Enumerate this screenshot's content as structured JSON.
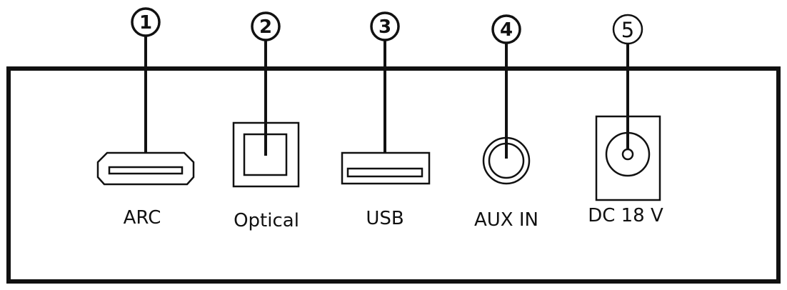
{
  "callouts": [
    {
      "number": "1",
      "label": "ARC"
    },
    {
      "number": "2",
      "label": "Optical"
    },
    {
      "number": "3",
      "label": "USB"
    },
    {
      "number": "4",
      "label": "AUX IN"
    },
    {
      "number": "5",
      "label": "DC 18 V"
    }
  ],
  "icons": [
    "hdmi-arc-port-icon",
    "optical-port-icon",
    "usb-port-icon",
    "aux-in-jack-icon",
    "dc-power-jack-icon"
  ],
  "colors": {
    "line": "#111111",
    "background": "#ffffff"
  }
}
